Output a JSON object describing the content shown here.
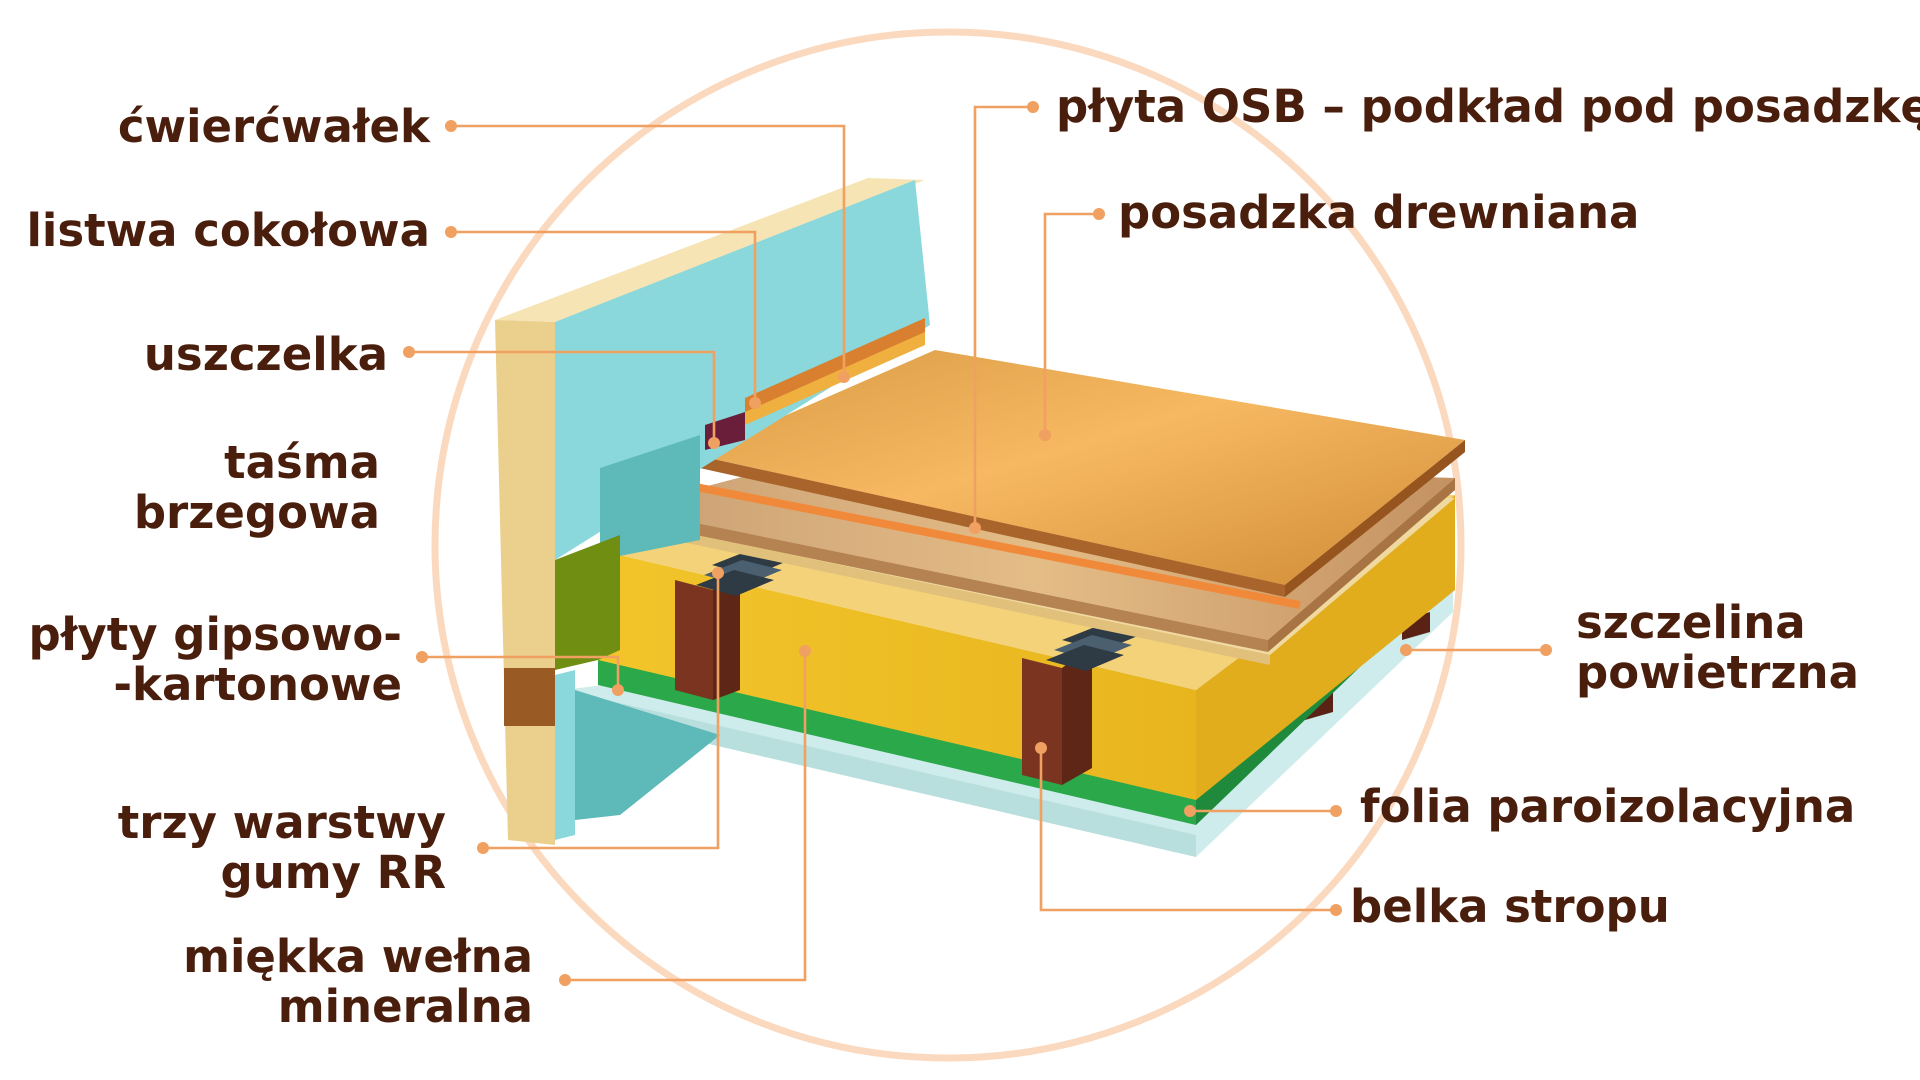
{
  "labels": {
    "cwiercwalek": "ćwierćwałek",
    "listwa": "listwa cokołowa",
    "uszczelka": "uszczelka",
    "tasma_1": "taśma",
    "tasma_2": "brzegowa",
    "plyty_1": "płyty gipsowo-",
    "plyty_2": "-kartonowe",
    "gumy_1": "trzy warstwy",
    "gumy_2": "gumy RR",
    "welna_1": "miękka wełna",
    "welna_2": "mineralna",
    "osb": "płyta OSB – podkład pod posadzkę",
    "posadzka": "posadzka drewniana",
    "szczelina_1": "szczelina",
    "szczelina_2": "powietrzna",
    "folia": "folia paroizolacyjna",
    "belka": "belka stropu"
  },
  "colors": {
    "label_text": "#4a1e0c",
    "leader": "#f0a060",
    "circle": "#fbd9bf",
    "wall_render": "#ebcf8c",
    "wall_board": "#8ad8dc",
    "wool": "#f2c226",
    "vapor_foil": "#2aa84a",
    "ceiling_board": "#cdeceb",
    "beam": "#7a3420",
    "rubber": "#2e3a44",
    "osb": "#d2a470",
    "wood_floor": "#eaa64a",
    "edge_strip": "#6f8e12"
  }
}
